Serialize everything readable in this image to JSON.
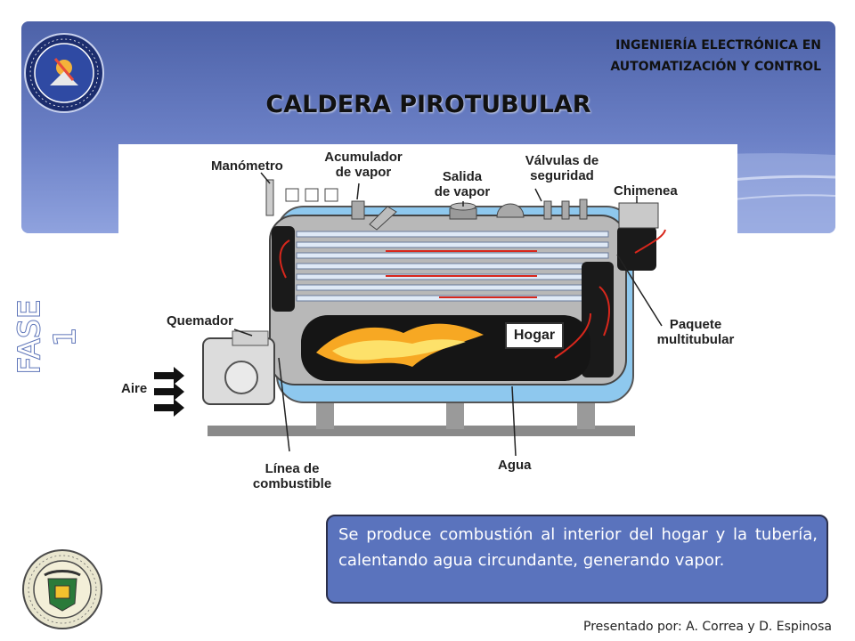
{
  "header": {
    "institution": "INGENIERÍA ELECTRÓNICA EN\nAUTOMATIZACIÓN Y CONTROL",
    "title": "CALDERA PIROTUBULAR"
  },
  "phase_label": "FASE 1",
  "diagram": {
    "labels": {
      "manometro": "Manómetro",
      "acumulador": "Acumulador\nde vapor",
      "salida": "Salida\nde vapor",
      "valvulas": "Válvulas de\nseguridad",
      "chimenea": "Chimenea",
      "quemador": "Quemador",
      "aire": "Aire",
      "hogar": "Hogar",
      "paquete": "Paquete\nmultitubular",
      "linea": "Línea de\ncombustible",
      "agua": "Agua"
    }
  },
  "description": "Se produce combustión al interior del hogar y la tubería, calentando agua circundante, generando vapor.",
  "credit": "Presentado por: A. Correa y D. Espinosa",
  "colors": {
    "header_band": "#5a6fb5",
    "desc_box": "#5a73bd",
    "water": "#8ec8ee",
    "flame": "#f7a823"
  }
}
